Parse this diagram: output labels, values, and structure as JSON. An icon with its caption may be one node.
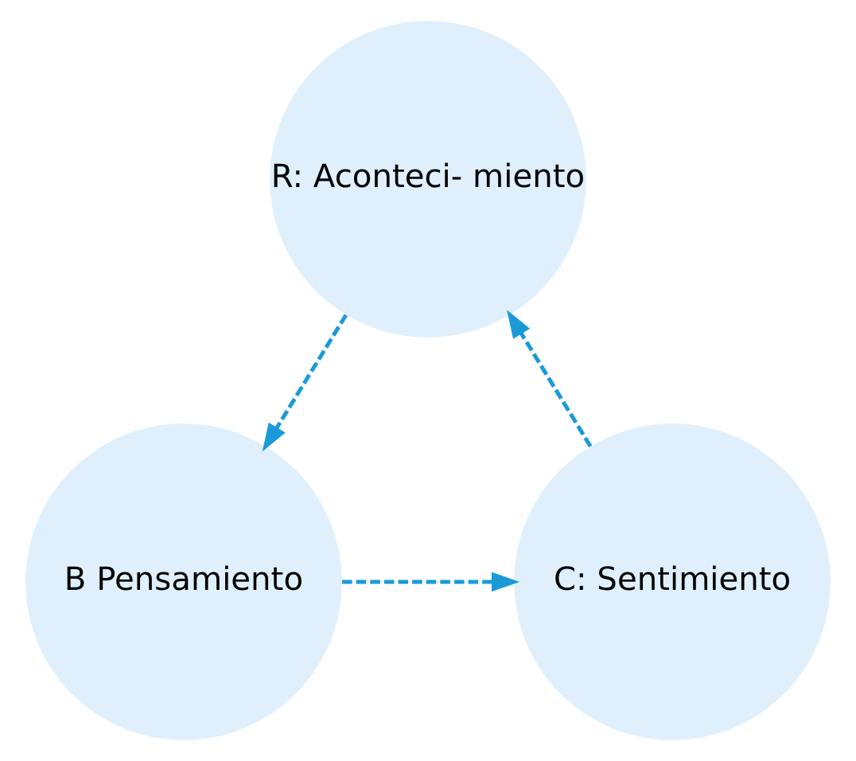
{
  "diagram": {
    "nodes": [
      {
        "text": [
          "R: Aconteci- miento"
        ]
      },
      {
        "text": [
          "B Pensamiento"
        ]
      },
      {
        "text": [
          "C: Sentimiento"
        ]
      }
    ],
    "edges": [
      {
        "from": 0,
        "to": 1,
        "arrow": "to",
        "style": "dashed"
      },
      {
        "from": 1,
        "to": 2,
        "arrow": "to",
        "style": "dashed"
      },
      {
        "from": 2,
        "to": 0,
        "arrow": "to",
        "style": "dashed"
      }
    ]
  }
}
